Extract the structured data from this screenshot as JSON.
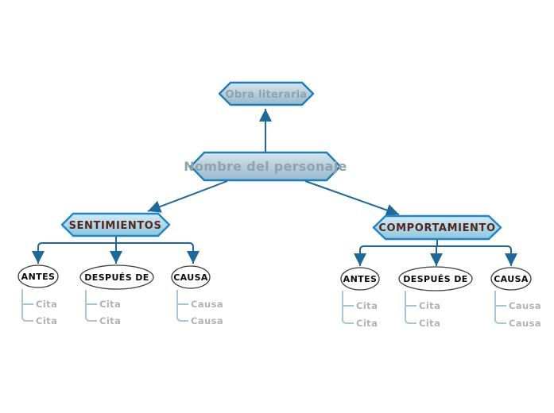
{
  "map": {
    "root": {
      "label": "Obra literaria"
    },
    "main": {
      "label": "Nombre del personaje"
    },
    "branches": [
      {
        "label": "SENTIMIENTOS",
        "children": [
          {
            "label": "ANTES",
            "leaves": [
              "Cita",
              "Cita"
            ]
          },
          {
            "label": "DESPUÉS DE",
            "leaves": [
              "Cita",
              "Cita"
            ]
          },
          {
            "label": "CAUSA",
            "leaves": [
              "Causa",
              "Causa"
            ]
          }
        ]
      },
      {
        "label": "COMPORTAMIENTO",
        "children": [
          {
            "label": "ANTES",
            "leaves": [
              "Cita",
              "Cita"
            ]
          },
          {
            "label": "DESPUÉS DE",
            "leaves": [
              "Cita",
              "Cita"
            ]
          },
          {
            "label": "CAUSA",
            "leaves": [
              "Causa",
              "Causa"
            ]
          }
        ]
      }
    ]
  },
  "colors": {
    "background": "#ffffff",
    "hex_border": "#1d7cb6",
    "hex_border_branch": "#1e86c7",
    "hexA_top": "#d6e5ee",
    "hexA_mid": "#b7ceda",
    "hexA_bottom": "#95bacd",
    "hexB_top": "#d3eaf6",
    "hexB_mid": "#b2d8ea",
    "hexB_bottom": "#8ec5de",
    "connector": "#1f6898",
    "tree_line": "#a7c5d7",
    "ellipse_border": "#3d3d3d",
    "leaf_text": "#b2b2b2",
    "branch_text": "#53261a",
    "placeholder_text": "#8fa2ad"
  }
}
